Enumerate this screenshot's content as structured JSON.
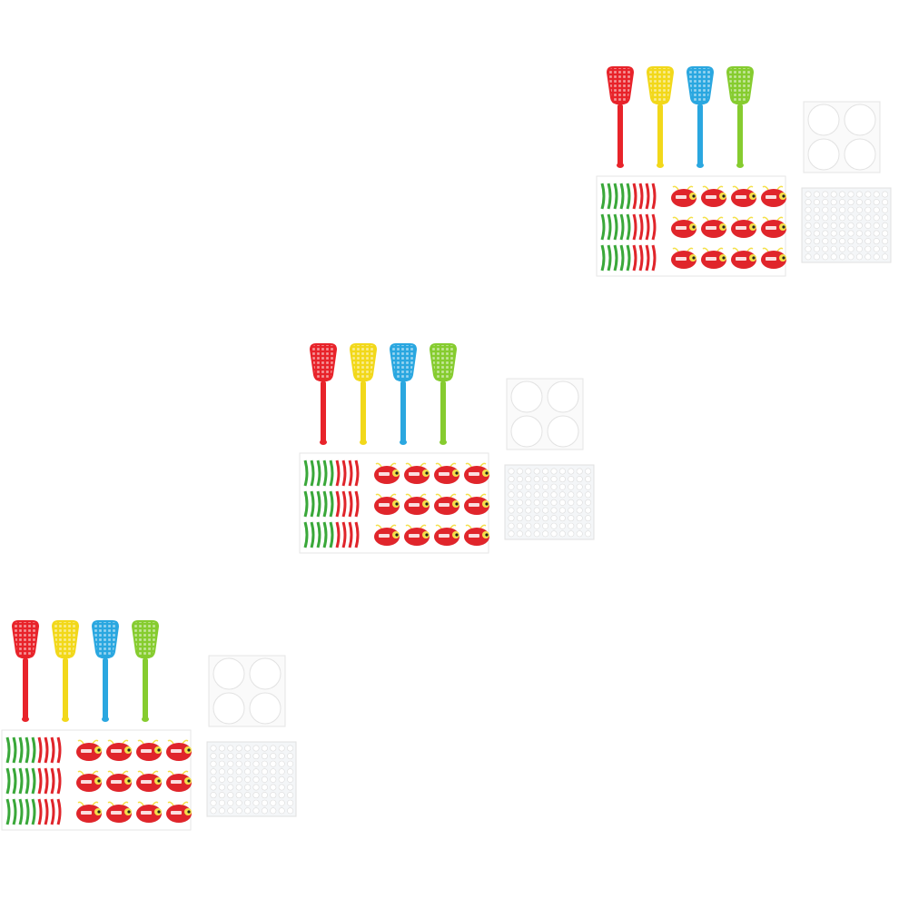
{
  "image": {
    "description_subject": "toy-game-kit",
    "kits": [
      {
        "id": "kit-top-right"
      },
      {
        "id": "kit-middle"
      },
      {
        "id": "kit-bottom-left"
      }
    ],
    "swatter_colors": [
      "#e8232a",
      "#f2d81a",
      "#2aa7e0",
      "#86cc2f"
    ],
    "sticker_colors": {
      "bug_red": "#e0252b",
      "bug_eye": "#f4e04a",
      "leaf_green": "#3aa83a",
      "card_bg": "#ffffff"
    },
    "tray_color": "#f4f6f8"
  }
}
